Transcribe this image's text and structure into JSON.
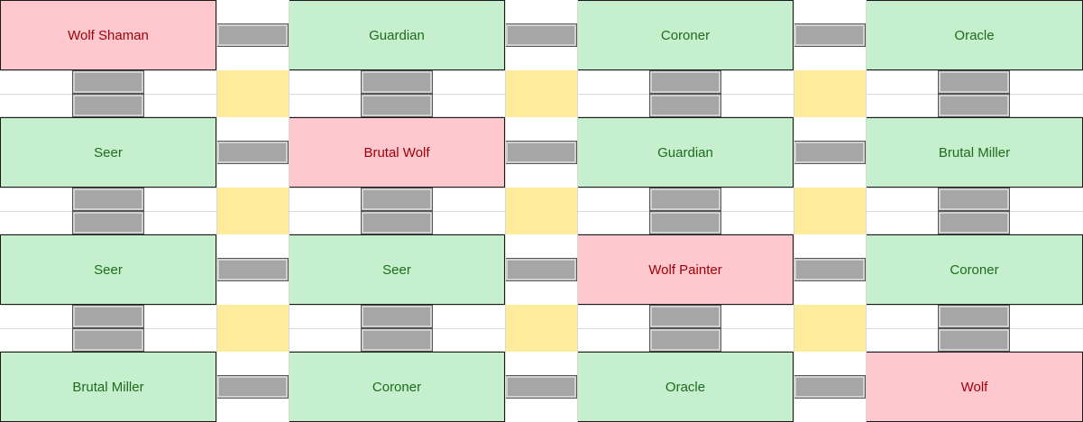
{
  "board": {
    "colors": {
      "town": "#c6efce",
      "town_text": "#1e6b1e",
      "wolf": "#ffc7ce",
      "wolf_text": "#9c0006",
      "link": "#a6a6a6",
      "corner": "#ffeb9c"
    },
    "rows": [
      [
        {
          "name": "Wolf Shaman",
          "team": "wolf"
        },
        {
          "name": "Guardian",
          "team": "town"
        },
        {
          "name": "Coroner",
          "team": "town"
        },
        {
          "name": "Oracle",
          "team": "town"
        }
      ],
      [
        {
          "name": "Seer",
          "team": "town"
        },
        {
          "name": "Brutal Wolf",
          "team": "wolf"
        },
        {
          "name": "Guardian",
          "team": "town"
        },
        {
          "name": "Brutal Miller",
          "team": "town"
        }
      ],
      [
        {
          "name": "Seer",
          "team": "town"
        },
        {
          "name": "Seer",
          "team": "town"
        },
        {
          "name": "Wolf Painter",
          "team": "wolf"
        },
        {
          "name": "Coroner",
          "team": "town"
        }
      ],
      [
        {
          "name": "Brutal Miller",
          "team": "town"
        },
        {
          "name": "Coroner",
          "team": "town"
        },
        {
          "name": "Oracle",
          "team": "town"
        },
        {
          "name": "Wolf",
          "team": "wolf"
        }
      ]
    ]
  }
}
